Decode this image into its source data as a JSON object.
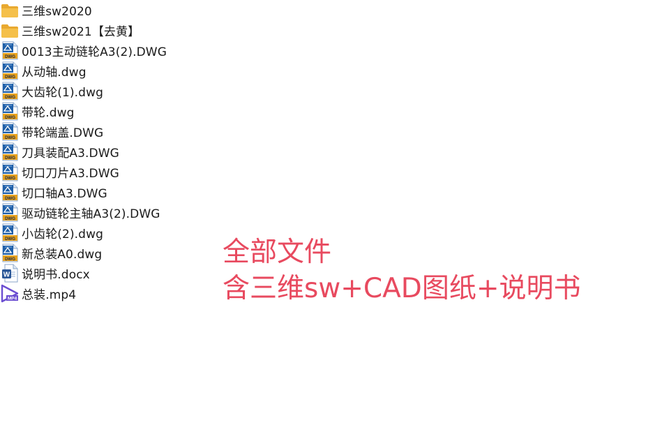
{
  "files": [
    {
      "name": "三维sw2020",
      "icon": "folder-icon"
    },
    {
      "name": "三维sw2021【去黄】",
      "icon": "folder-icon"
    },
    {
      "name": "0013主动链轮A3(2).DWG",
      "icon": "dwg-file-icon"
    },
    {
      "name": "从动轴.dwg",
      "icon": "dwg-file-icon"
    },
    {
      "name": "大齿轮(1).dwg",
      "icon": "dwg-file-icon"
    },
    {
      "name": "带轮.dwg",
      "icon": "dwg-file-icon"
    },
    {
      "name": "带轮端盖.DWG",
      "icon": "dwg-file-icon"
    },
    {
      "name": "刀具装配A3.DWG",
      "icon": "dwg-file-icon"
    },
    {
      "name": "切口刀片A3.DWG",
      "icon": "dwg-file-icon"
    },
    {
      "name": "切口轴A3.DWG",
      "icon": "dwg-file-icon"
    },
    {
      "name": "驱动链轮主轴A3(2).DWG",
      "icon": "dwg-file-icon"
    },
    {
      "name": "小齿轮(2).dwg",
      "icon": "dwg-file-icon"
    },
    {
      "name": "新总装A0.dwg",
      "icon": "dwg-file-icon"
    },
    {
      "name": "说明书.docx",
      "icon": "word-doc-icon"
    },
    {
      "name": "总装.mp4",
      "icon": "mp4-video-icon"
    }
  ],
  "icon_labels": {
    "dwg": "DWG",
    "word": "W",
    "mp4": "MP4"
  },
  "caption": {
    "line1": "全部文件",
    "line2": "含三维sw+CAD图纸+说明书"
  },
  "colors": {
    "caption": "#e84a5f",
    "folder": "#f5c04a",
    "dwg_blue": "#1f5fa8",
    "dwg_band": "#e8a21d",
    "word_blue": "#2b5797",
    "video_purple": "#6b4ed1"
  }
}
